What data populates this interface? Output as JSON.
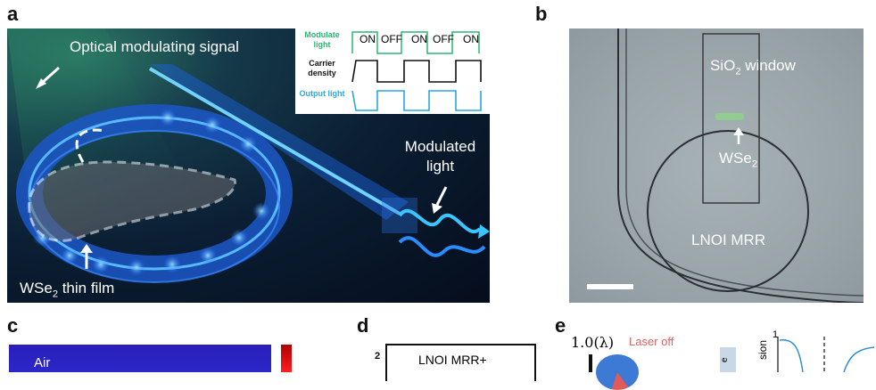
{
  "panels": {
    "a": "a",
    "b": "b",
    "c": "c",
    "d": "d",
    "e": "e"
  },
  "panel_a": {
    "optical_signal_label": "Optical modulating signal",
    "modulated_light_label": "Modulated light",
    "film_label_prefix": "WSe",
    "film_label_sub": "2",
    "film_label_suffix": " thin film",
    "timing": {
      "modulate_label": "Modulate light",
      "carrier_label": "Carrier density",
      "output_label": "Output light",
      "states": [
        "ON",
        "OFF",
        "ON",
        "OFF",
        "ON"
      ],
      "colors": {
        "modulate": "#2bb673",
        "carrier": "#111111",
        "output": "#29a8e0"
      }
    }
  },
  "panel_b": {
    "window_label_prefix": "SiO",
    "window_label_sub": "2",
    "window_label_suffix": " window",
    "wse2_label_prefix": "WSe",
    "wse2_label_sub": "2",
    "mrr_label": "LNOI MRR"
  },
  "panel_c": {
    "air_label": "Air"
  },
  "panel_d": {
    "tick_label": "2",
    "box_label": "LNOI MRR+"
  },
  "panel_e": {
    "lambda_label": "1.0(λ)",
    "laser_label": "Laser off",
    "side_label_1": "e",
    "side_label_2": "sion",
    "axis_tick": "1"
  }
}
